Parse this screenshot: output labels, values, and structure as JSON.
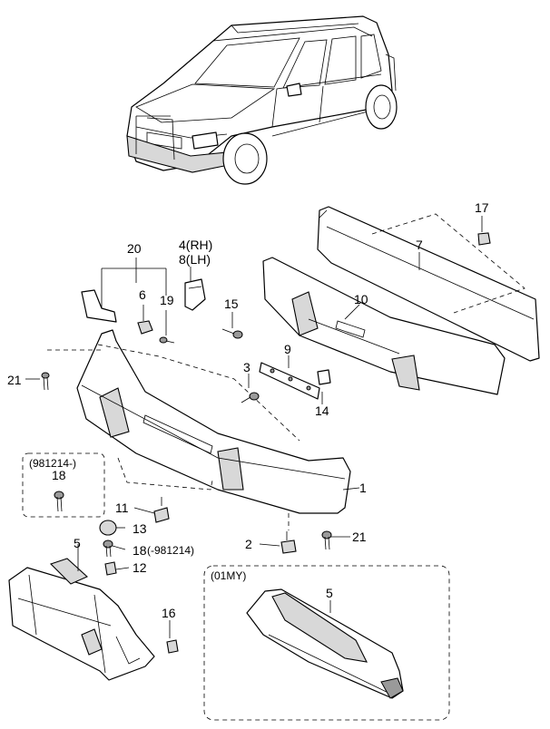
{
  "callouts": {
    "c20": "20",
    "c4": "4(RH)",
    "c8": "8(LH)",
    "c6": "6",
    "c19": "19",
    "c15": "15",
    "c17": "17",
    "c7": "7",
    "c10": "10",
    "c9": "9",
    "c14": "14",
    "c3": "3",
    "c21a": "21",
    "c18box": "18",
    "c11": "11",
    "c1": "1",
    "c13": "13",
    "c5a": "5",
    "c18b": "18",
    "c18code": "(-981214)",
    "c12": "12",
    "c2": "2",
    "c21b": "21",
    "c16": "16",
    "c5b": "5"
  },
  "boxes": {
    "variant_date": "(981214-)",
    "variant_model": "(01MY)"
  }
}
